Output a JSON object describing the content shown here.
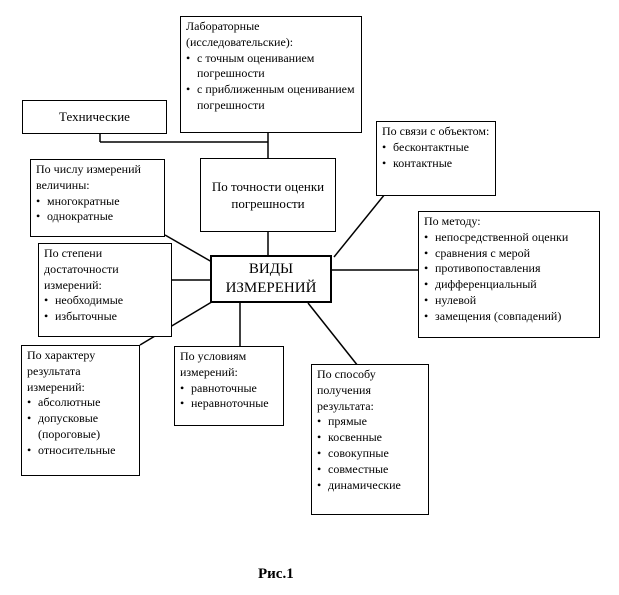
{
  "center": {
    "line1": "ВИДЫ",
    "line2": "ИЗМЕРЕНИЙ"
  },
  "accuracy": {
    "line1": "По точности оценки",
    "line2": "погрешности"
  },
  "technical": {
    "title": "Технические"
  },
  "lab": {
    "title_line1": "Лабораторные",
    "title_line2": "(исследовательские):",
    "items": [
      "с точным оцениванием погрешности",
      "с приближенным оцениванием погрешности"
    ]
  },
  "count": {
    "title": "По числу измерений величины:",
    "items": [
      "многократные",
      "однократные"
    ]
  },
  "object": {
    "title": "По связи с объектом:",
    "items": [
      "бесконтактные",
      "контактные"
    ]
  },
  "sufficiency": {
    "title": "По степени достаточности измерений:",
    "items": [
      "необходимые",
      "избыточные"
    ]
  },
  "method": {
    "title": "По методу:",
    "items": [
      "непосредственной оценки",
      "сравнения с мерой",
      "противопоставления",
      "дифференциальный",
      "нулевой",
      "замещения (совпадений)"
    ]
  },
  "character": {
    "title": "По характеру результата измерений:",
    "items": [
      "абсолютные",
      "допусковые (пороговые)",
      "относительные"
    ]
  },
  "conditions": {
    "title": "По условиям измерений:",
    "items": [
      "равноточные",
      "неравноточные"
    ]
  },
  "obtain": {
    "title": "По способу получения результата:",
    "items": [
      "прямые",
      "косвенные",
      "совокупные",
      "совместные",
      "динамические"
    ]
  },
  "caption": "Рис.1"
}
